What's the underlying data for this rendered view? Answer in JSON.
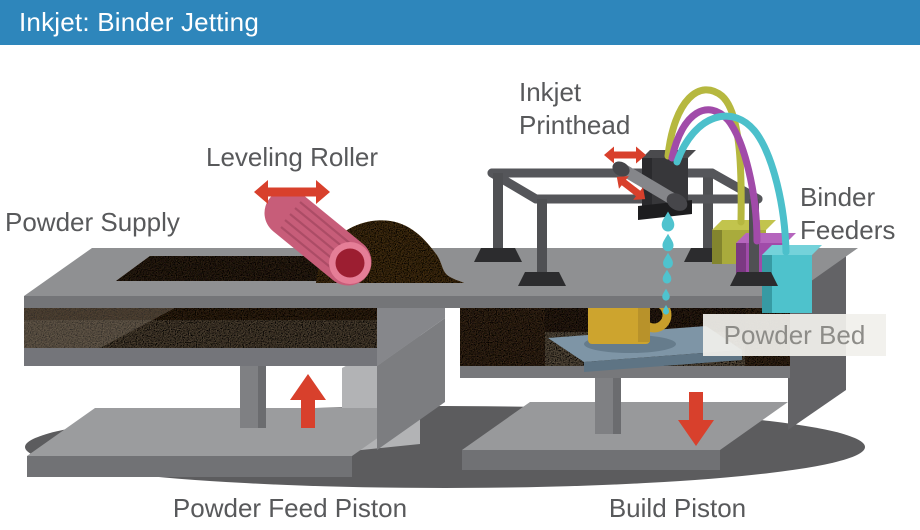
{
  "header": {
    "title": "Inkjet: Binder Jetting",
    "bg_color": "#2e86bb",
    "text_color": "#ffffff"
  },
  "labels": {
    "powder_supply": "Powder Supply",
    "leveling_roller": "Leveling Roller",
    "inkjet_printhead_line1": "Inkjet",
    "inkjet_printhead_line2": "Printhead",
    "binder_feeders_line1": "Binder",
    "binder_feeders_line2": "Feeders",
    "powder_bed": "Powder Bed",
    "powder_feed_piston": "Powder Feed Piston",
    "build_piston": "Build Piston"
  },
  "colors": {
    "label_text": "#58595b",
    "arrow_red": "#d8402c",
    "roller_pink": "#c75d79",
    "roller_ring": "#e57e97",
    "roller_core": "#9c1e31",
    "powder_brown": "#6e4e20",
    "powder_dark": "#523a20",
    "powder_mid": "#7b6952",
    "deck_gray": "#8f9092",
    "shadow_gray": "#5c5c5e",
    "frame_gray": "#55565a",
    "printhead_dark": "#37373a",
    "droplet_teal": "#4fc3ce",
    "tube_olive": "#b6b83f",
    "tube_purple": "#a14ba9",
    "tube_teal": "#4cc0cb",
    "feeder_olive": "#a9ab3c",
    "feeder_purple": "#a04ba9",
    "feeder_teal": "#4ec2cc",
    "mug_yellow": "#cda42e",
    "build_plate_blue": "#7e94a4",
    "powder_bed_label_bg": "#f1f0ec",
    "powder_bed_label_text": "#8d8c88"
  },
  "icons": {
    "motion_arrows": [
      "leveling-roller-motion-arrow",
      "printhead-x-motion-arrow",
      "printhead-y-motion-arrow",
      "feed-piston-up-arrow",
      "build-piston-down-arrow"
    ]
  }
}
